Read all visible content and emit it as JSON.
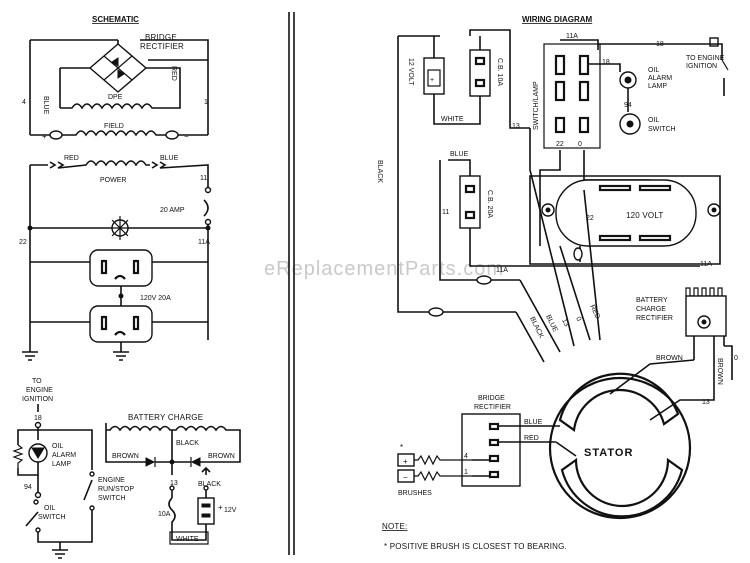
{
  "watermark": "eReplacementParts.com",
  "schematic": {
    "title": "SCHEMATIC",
    "bridge_rectifier": [
      "BRIDGE",
      "RECTIFIER"
    ],
    "blue": "BLUE",
    "red": "RED",
    "dpe": "DPE",
    "field": "FIELD",
    "power": "POWER",
    "red_power": "RED",
    "blue_power": "BLUE",
    "wire_4": "4",
    "wire_1": "1",
    "wire_11": "11",
    "wire_11a": "11A",
    "wire_22": "22",
    "amp_20": "20 AMP",
    "receptacle": "120V 20A",
    "plus": "+",
    "minus": "−"
  },
  "ignition": {
    "to_engine": [
      "TO",
      "ENGINE",
      "IGNITION"
    ],
    "wire_18": "18",
    "oil_alarm_lamp": [
      "OIL",
      "ALARM",
      "LAMP"
    ],
    "wire_94": "94",
    "oil_switch": [
      "OIL",
      "SWITCH"
    ],
    "engine_switch": [
      "ENGINE",
      "RUN/STOP",
      "SWITCH"
    ]
  },
  "battery_charge": {
    "title": "BATTERY CHARGE",
    "black": "BLACK",
    "brown_left": "BROWN",
    "brown_right": "BROWN",
    "wire_13": "13",
    "black2": "BLACK",
    "fuse": "10A",
    "white": "WHITE",
    "volt": "12V",
    "plus": "+"
  },
  "wiring": {
    "title": "WIRING DIAGRAM",
    "wire_11a_top": "11A",
    "wire_18": "18",
    "to_engine_ignition": [
      "TO ENGINE",
      "IGNITION"
    ],
    "volt12": "12 VOLT",
    "white": "WHITE",
    "cb10": "C.B. 10A",
    "wire_13": "13",
    "switch_lamp": "SWITCH/LAMP",
    "oil_alarm_lamp": [
      "OIL",
      "ALARM",
      "LAMP"
    ],
    "wire_94": "94",
    "oil_switch": [
      "OIL",
      "SWITCH"
    ],
    "wire_22": "22",
    "wire_0": "0",
    "black": "BLACK",
    "blue": "BLUE",
    "wire_11": "11",
    "cb20": "C.B. 20A",
    "volt120": "120 VOLT",
    "wire_22b": "22",
    "wire_11a_mid": "11A",
    "wire_11a_right": "11A",
    "battery_charge_rectifier": [
      "BATTERY",
      "CHARGE",
      "RECTIFIER"
    ],
    "harness": [
      "BLACK",
      "BLUE",
      "13",
      "0",
      "RED"
    ],
    "brown1": "BROWN",
    "brown2": "BROWN",
    "wire_0b": "0",
    "wire_13b": "13",
    "bridge_rectifier": [
      "BRIDGE",
      "RECTIFIER"
    ],
    "blue2": "BLUE",
    "red2": "RED",
    "stator": "STATOR",
    "star": "*",
    "plus": "+",
    "minus": "−",
    "wire_4": "4",
    "wire_1": "1",
    "brushes": "BRUSHES",
    "note_title": "NOTE:",
    "note_text": "* POSITIVE BRUSH IS CLOSEST TO BEARING."
  }
}
